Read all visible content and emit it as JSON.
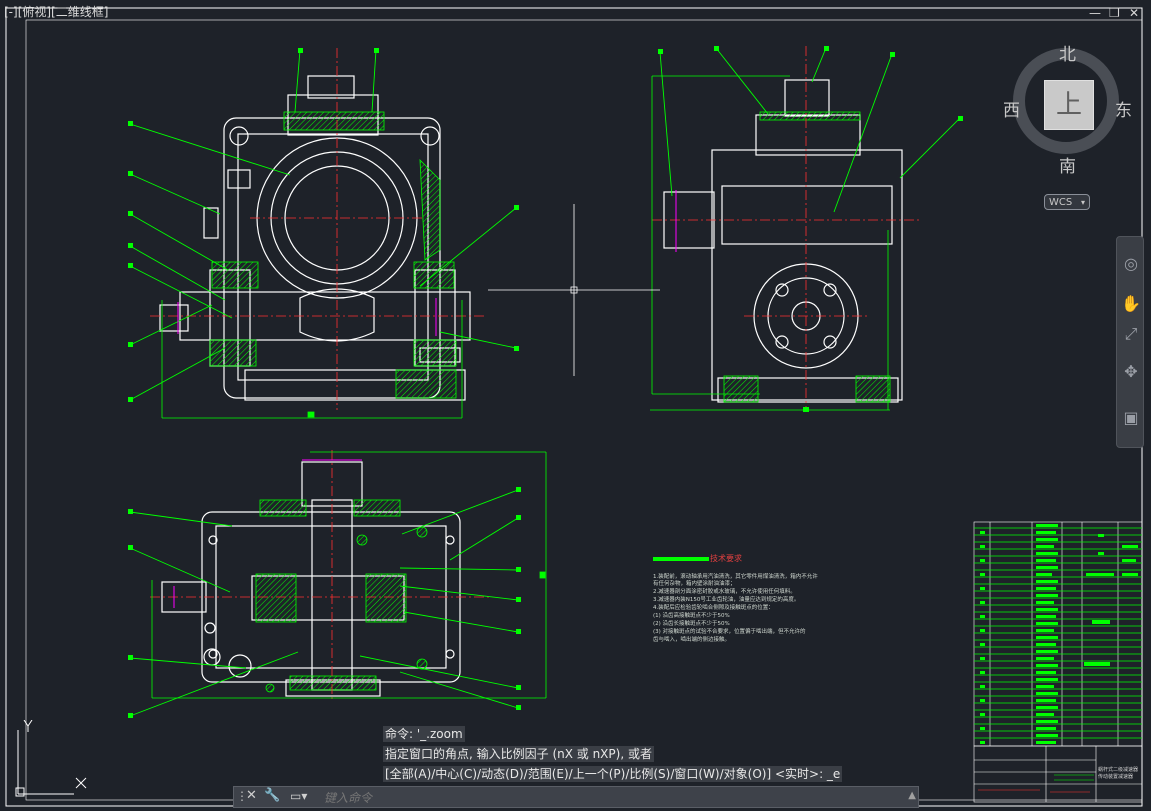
{
  "viewport": {
    "label": "[-][俯视][二维线框]",
    "window_controls": [
      "—",
      "❐",
      "✕"
    ]
  },
  "viewcube": {
    "north": "北",
    "south": "南",
    "east": "东",
    "west": "西",
    "face": "上",
    "wcs_label": "WCS"
  },
  "technical_requirements": {
    "title": "技术要求",
    "lines": [
      "1.装配前，滚动轴承用汽油清洗，其它零件用煤油清洗，箱内不允许",
      "  有任何杂物，箱内壁涂耐油油漆；",
      "2.减速器剖分面涂密封胶或水玻璃，不允许使用任何填料。",
      "3.减速器内装N150号工业齿轮油，油量应达到规定的高度。",
      "4.装配后应检验齿轮啮合侧隙及接触斑点的位置：",
      "  (1) 沿齿高接触斑点不少于50%",
      "  (2) 沿齿长接触斑点不少于50%",
      "  (3) 对接触斑点的试验不合要求，位置偏于啮出端，但不允许的",
      "      齿与啮入，啮出端的侧边接触。"
    ]
  },
  "title_block": {
    "name": "蜗杆式二级减速器",
    "subtitle": "传动装置减速器"
  },
  "command_line": {
    "history": [
      "命令: '_.zoom",
      "指定窗口的角点, 输入比例因子 (nX 或 nXP), 或者",
      "[全部(A)/中心(C)/动态(D)/范围(E)/上一个(P)/比例(S)/窗口(W)/对象(O)] <实时>: _e"
    ],
    "placeholder": "键入命令"
  },
  "colors": {
    "background": "#1e2229",
    "outline": "#ffffff",
    "leader": "#00ff00",
    "centerline": "#ff3030",
    "hidden": "#ff00ff",
    "hatch": "#00ff00"
  },
  "icons": {
    "close": "close-icon",
    "customize": "wrench-icon",
    "prompt": "command-prompt-icon",
    "pan": "pan-hand-icon",
    "zoom": "zoom-icon",
    "orbit": "orbit-icon",
    "steering": "steering-wheel-icon",
    "showmotion": "showmotion-icon"
  }
}
